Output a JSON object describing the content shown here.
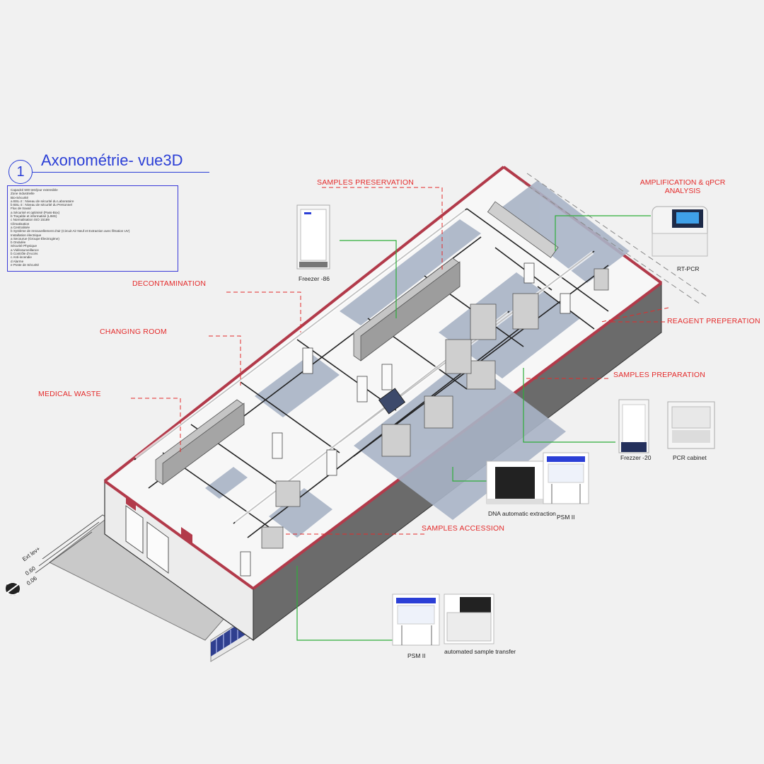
{
  "title": {
    "number": "1",
    "text": "Axonométrie- vue3D"
  },
  "notes": [
    "Capacité 500 test/jour extensible",
    "Zone industrielle",
    "Bio-Sécurité",
    "a        BSL-2 : Niveau de sécurité du Laboratoire",
    "b        BSL-3 : Niveau de sécurité du Personnel",
    "Flux de travail",
    "a        Sécurisé et optimisé (Pass-Box)",
    "b        Traçable et informatisé (LIMS)",
    "c        Normalisation ISO 15189",
    "Climatisation",
    "a        Centralisée",
    "b        Système de renouvellement d'air (Circuit Air Neuf et Extraction avec filtration UV)",
    "Installation électrique",
    "a        Secourue (Groupe Électrogène)",
    "b        Ondulée",
    "Sécurité Physique",
    "a        Vidéosurveillance",
    "b        Contrôle d'Accès",
    "c        Anti-incendie",
    "d        Alarme",
    "e        Poste de Sécurité"
  ],
  "zones": {
    "samples_preservation": "SAMPLES PRESERVATION",
    "amplification": "AMPLIFICATION & qPCR\nANALYSIS",
    "decontamination": "DECONTAMINATION",
    "changing_room": "CHANGING ROOM",
    "reagent_preparation": "REAGENT PREPERATION",
    "samples_preparation": "SAMPLES PREPARATION",
    "medical_waste": "MEDICAL WASTE",
    "samples_accession": "SAMPLES ACCESSION"
  },
  "equipment": {
    "freezer_86": "Freezer -86",
    "rt_pcr": "RT-PCR",
    "freezer_20": "Frezzer -20",
    "pcr_cabinet": "PCR cabinet",
    "dna_extraction": "DNA automatic extraction",
    "psm_ii_a": "PSM II",
    "psm_ii_b": "PSM II",
    "sample_transfer": "automated sample transfer"
  },
  "levels": {
    "exterior": "Ext lev+",
    "level_a": "0.60",
    "level_b": "0.06"
  },
  "colors": {
    "title_blue": "#2b3fd6",
    "label_red": "#e42b2b",
    "leader_green": "#2fae3b",
    "wall_accent": "#b23a4a",
    "floor_blue": "#a9b4c6"
  }
}
